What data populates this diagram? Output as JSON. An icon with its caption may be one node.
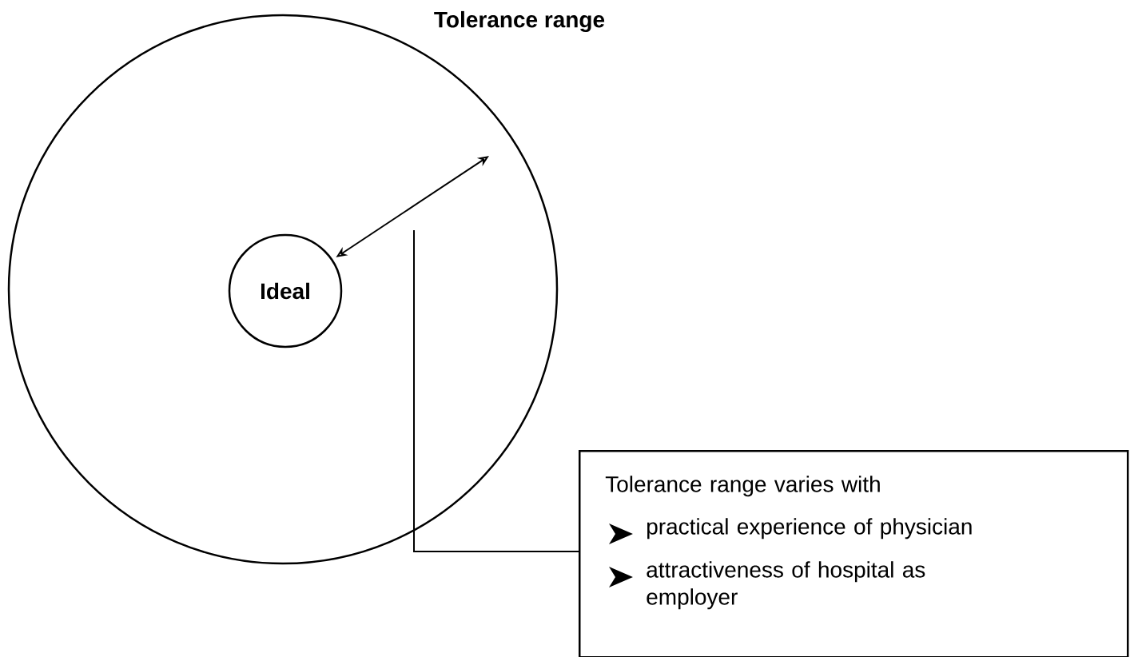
{
  "diagram": {
    "nodes": [
      {
        "text": [
          "Tolerance range"
        ]
      },
      {
        "text": [
          "Ideal"
        ],
        "in": 0
      },
      {
        "text": [
          "Tolerance range varies with",
          "practical experience of physician",
          "attractiveness of hospital as employer"
        ]
      }
    ],
    "edges": [
      {
        "from": 1,
        "to": 0,
        "arrow": "both"
      },
      {
        "from": 2,
        "to": 0,
        "arrow": "none"
      }
    ]
  }
}
